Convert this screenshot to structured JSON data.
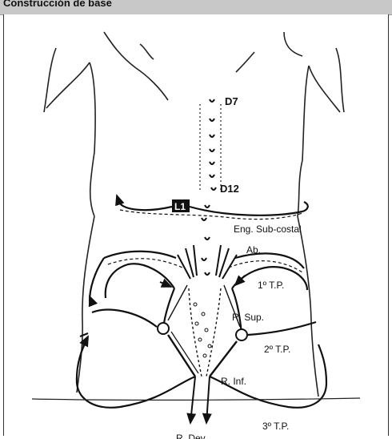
{
  "header": {
    "title": "Construcción de base"
  },
  "diagram": {
    "labels": {
      "d7": "D7",
      "d12": "D12",
      "l1": "L1",
      "subcostal": "Eng. Sub-costal",
      "ab": "Ab.",
      "tp1": "1º T.P.",
      "rsup": "R. Sup.",
      "tp2": "2º T.P.",
      "rinf": "R. Inf.",
      "tp3": "3º T.P.",
      "rdev": "R. Dev."
    }
  }
}
